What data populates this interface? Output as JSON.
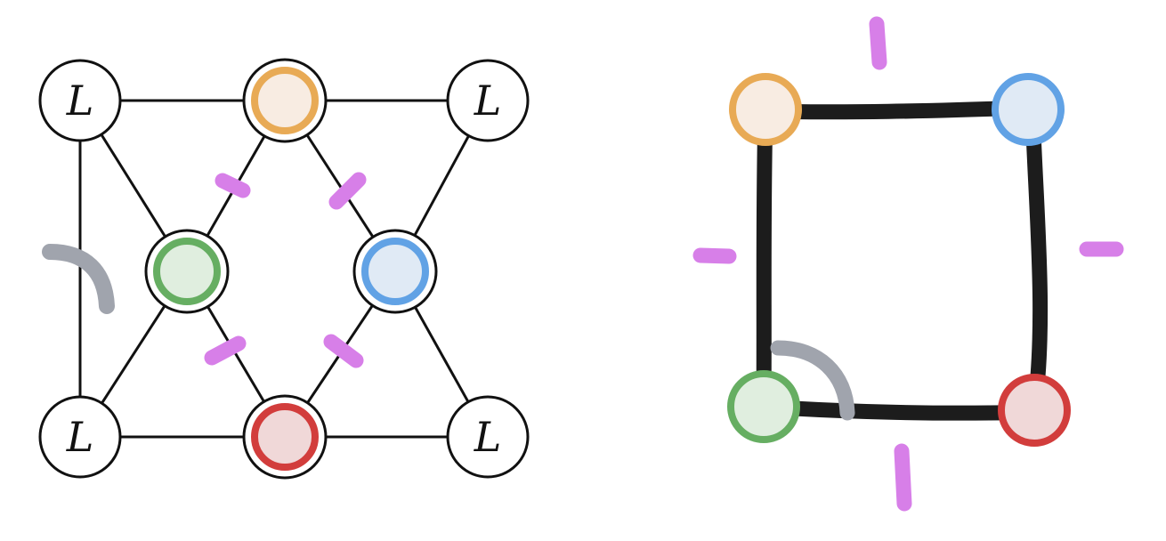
{
  "colors": {
    "orange": "#E8AA55",
    "orange_fill": "#F8ECE2",
    "blue": "#61A2E5",
    "blue_fill": "#E0EAF5",
    "green": "#66AE62",
    "green_fill": "#E0EEDF",
    "red": "#D23D3C",
    "red_fill": "#F0D8D8",
    "magenta": "#D77FE8",
    "gray": "#A0A4AD",
    "edge_thin": "#111111",
    "edge_thick": "#1C1C1C",
    "node_outline": "#111111"
  },
  "left_diagram": {
    "lattice_node_label": "L",
    "lattice_nodes": [
      {
        "id": "top-left",
        "kind": "lattice"
      },
      {
        "id": "top-right",
        "kind": "lattice"
      },
      {
        "id": "bottom-left",
        "kind": "lattice"
      },
      {
        "id": "bottom-right",
        "kind": "lattice"
      }
    ],
    "colored_nodes": [
      {
        "id": "top-center",
        "color": "orange"
      },
      {
        "id": "middle-left",
        "color": "green"
      },
      {
        "id": "middle-right",
        "color": "blue"
      },
      {
        "id": "bottom-center",
        "color": "red"
      }
    ]
  },
  "right_diagram": {
    "nodes": [
      {
        "id": "top-left",
        "color": "orange"
      },
      {
        "id": "top-right",
        "color": "blue"
      },
      {
        "id": "bottom-left",
        "color": "green"
      },
      {
        "id": "bottom-right",
        "color": "red"
      }
    ]
  }
}
